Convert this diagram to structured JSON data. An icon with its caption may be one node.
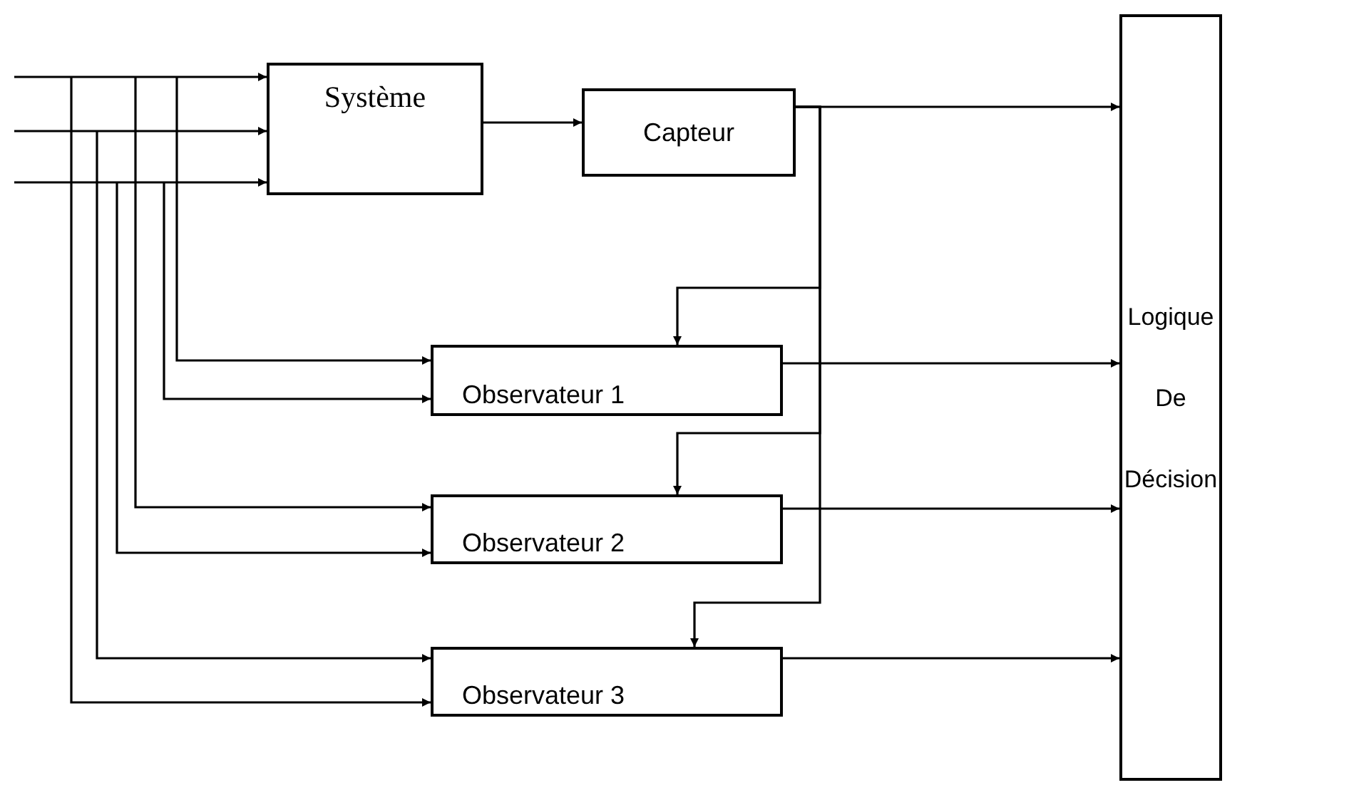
{
  "diagram": {
    "nodes": [
      {
        "text": [
          "Système"
        ]
      },
      {
        "text": [
          "Capteur"
        ]
      },
      {
        "text": [
          "Observateur  1"
        ]
      },
      {
        "text": [
          "Observateur  2"
        ]
      },
      {
        "text": [
          "Observateur  3"
        ]
      },
      {
        "text": [
          "Logique De Décision"
        ]
      }
    ],
    "edges": [
      {
        "from": null,
        "to": 0,
        "arrow": "to"
      },
      {
        "from": null,
        "to": 0,
        "arrow": "to"
      },
      {
        "from": null,
        "to": 0,
        "arrow": "to"
      },
      {
        "from": 0,
        "to": 1,
        "arrow": "to"
      },
      {
        "from": 1,
        "to": 5,
        "arrow": "to"
      },
      {
        "from": 1,
        "to": 2,
        "arrow": "to"
      },
      {
        "from": 1,
        "to": 3,
        "arrow": "to"
      },
      {
        "from": 1,
        "to": 4,
        "arrow": "to"
      },
      {
        "from": null,
        "to": 2,
        "arrow": "to"
      },
      {
        "from": null,
        "to": 2,
        "arrow": "to"
      },
      {
        "from": null,
        "to": 3,
        "arrow": "to"
      },
      {
        "from": null,
        "to": 3,
        "arrow": "to"
      },
      {
        "from": null,
        "to": 4,
        "arrow": "to"
      },
      {
        "from": null,
        "to": 4,
        "arrow": "to"
      },
      {
        "from": 2,
        "to": 5,
        "arrow": "to"
      },
      {
        "from": 3,
        "to": 5,
        "arrow": "to"
      },
      {
        "from": 4,
        "to": 5,
        "arrow": "to"
      }
    ]
  }
}
